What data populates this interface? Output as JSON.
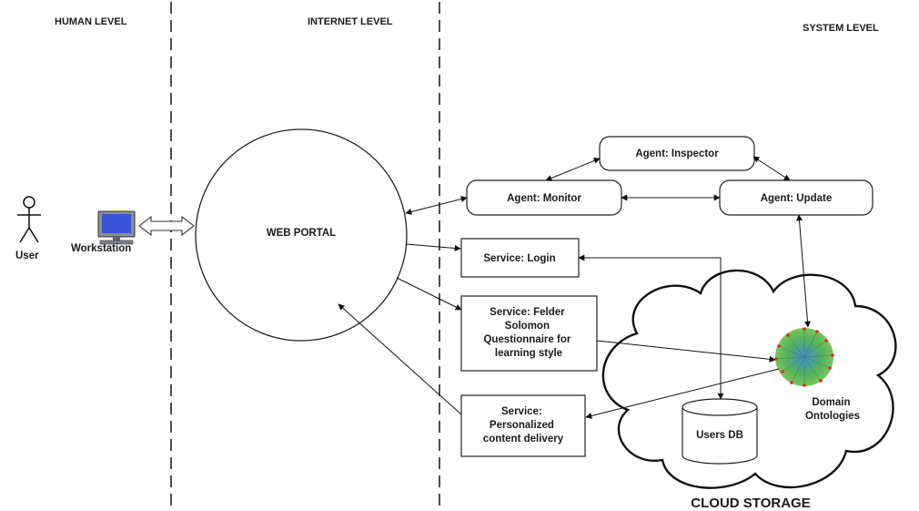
{
  "levels": {
    "human": "HUMAN LEVEL",
    "internet": "INTERNET LEVEL",
    "system": "SYSTEM LEVEL"
  },
  "actors": {
    "user": "User",
    "workstation": "Workstation"
  },
  "web_portal": "WEB PORTAL",
  "agents": {
    "inspector": "Agent: Inspector",
    "monitor": "Agent: Monitor",
    "update": "Agent: Update"
  },
  "services": {
    "login": "Service: Login",
    "felder": [
      "Service: Felder",
      "Solomon",
      "Questionnaire for",
      "learning style"
    ],
    "personalized": [
      "Service:",
      "Personalized",
      "content delivery"
    ]
  },
  "storage": {
    "users_db": "Users DB",
    "domain_ontologies": [
      "Domain",
      "Ontologies"
    ],
    "cloud": "CLOUD STORAGE"
  }
}
